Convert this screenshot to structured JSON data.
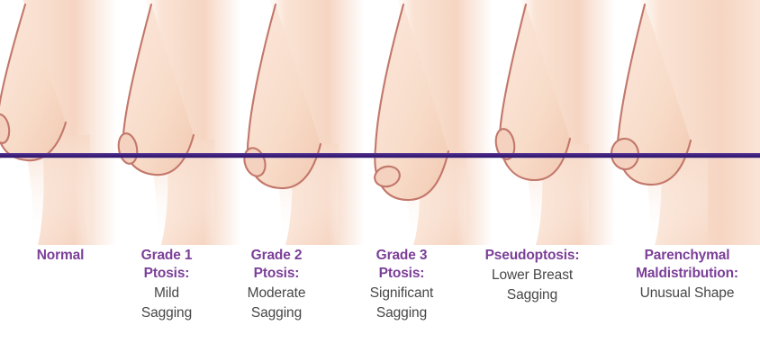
{
  "diagram": {
    "fold_line_color": "#3f2180",
    "heading_color": "#7b3f98",
    "description_color": "#474747",
    "skin_color": "#f7d9c6",
    "outline_color": "#c2776a",
    "background_color": "#ffffff",
    "fold_line_name": "inframammary-fold-line"
  },
  "stages": [
    {
      "id": "normal",
      "title": "Normal",
      "title_line2": "",
      "desc_line1": "",
      "desc_line2": "",
      "nipple_position": "above-fold"
    },
    {
      "id": "grade-1-ptosis",
      "title": "Grade 1",
      "title_line2": "Ptosis:",
      "desc_line1": "Mild",
      "desc_line2": "Sagging",
      "nipple_position": "at-fold"
    },
    {
      "id": "grade-2-ptosis",
      "title": "Grade 2",
      "title_line2": "Ptosis:",
      "desc_line1": "Moderate",
      "desc_line2": "Sagging",
      "nipple_position": "below-fold"
    },
    {
      "id": "grade-3-ptosis",
      "title": "Grade 3",
      "title_line2": "Ptosis:",
      "desc_line1": "Significant",
      "desc_line2": "Sagging",
      "nipple_position": "well-below-fold"
    },
    {
      "id": "pseudoptosis",
      "title": "Pseudoptosis:",
      "title_line2": "",
      "desc_line1": "Lower Breast",
      "desc_line2": "Sagging",
      "nipple_position": "above-fold"
    },
    {
      "id": "parenchymal-maldistribution",
      "title": "Parenchymal",
      "title_line2": "Maldistribution:",
      "desc_line1": "Unusual Shape",
      "desc_line2": "",
      "nipple_position": "at-fold"
    }
  ]
}
